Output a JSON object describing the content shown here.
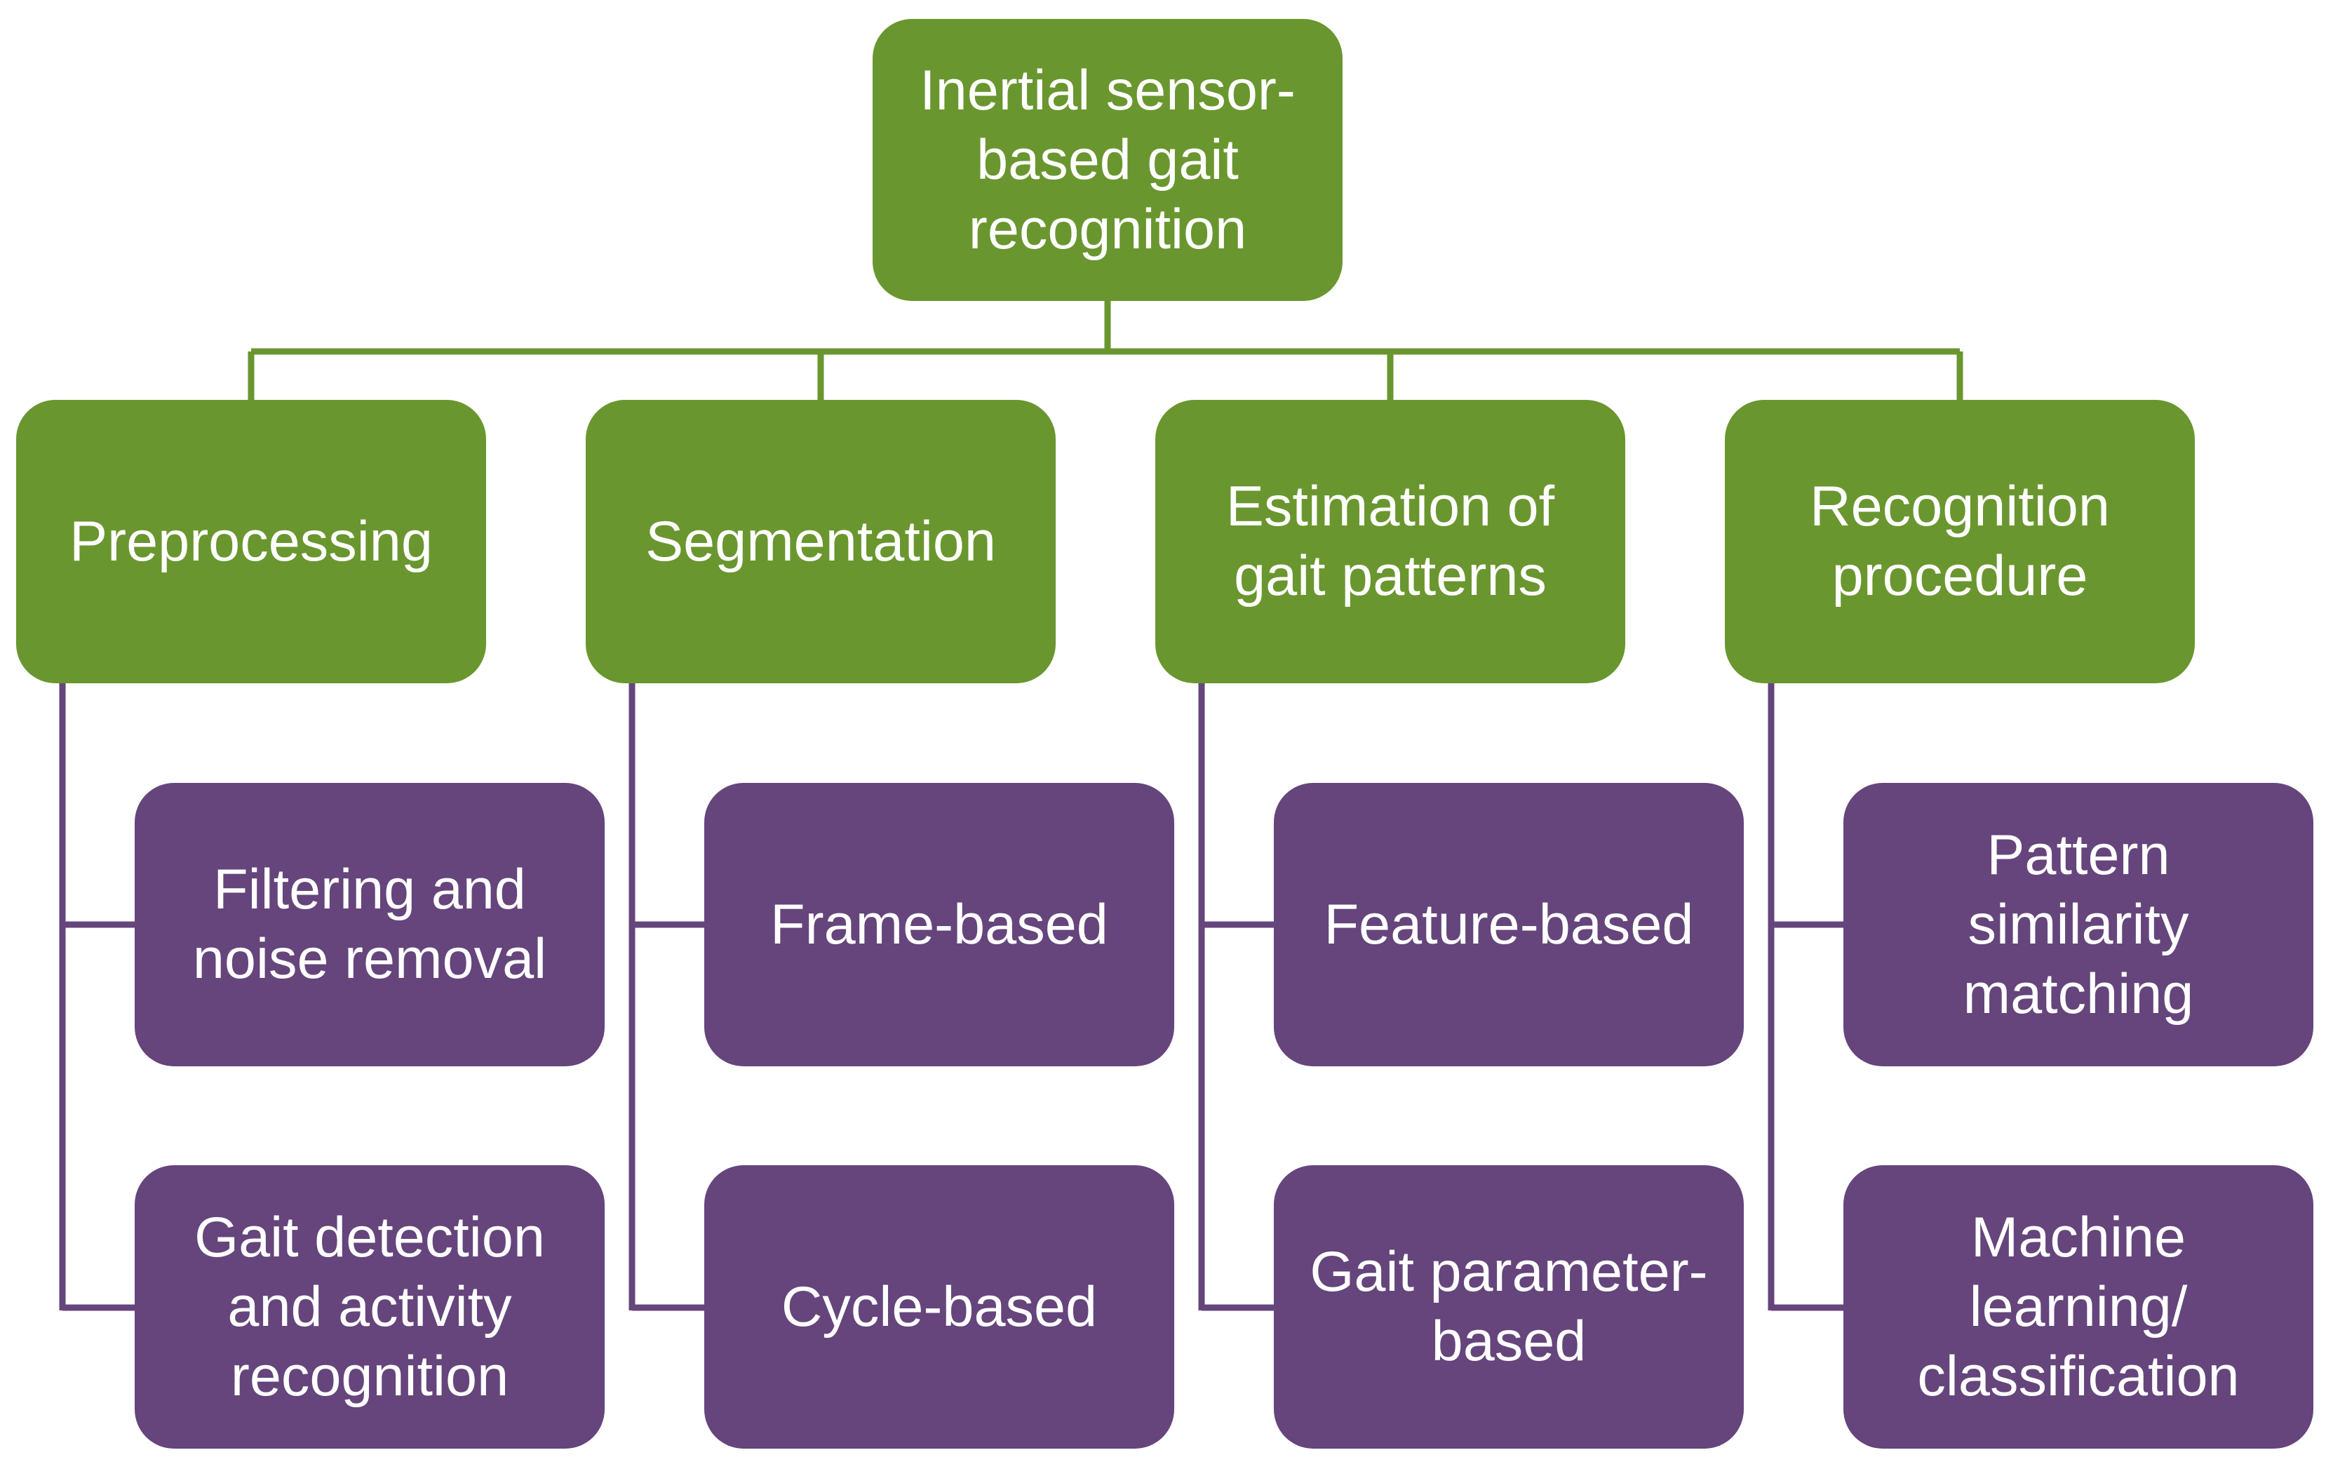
{
  "colors": {
    "green": "#6a962f",
    "purple": "#65457c",
    "text": "#ffffff"
  },
  "root": {
    "label": "Inertial sensor-\nbased gait\nrecognition"
  },
  "categories": [
    {
      "label": "Preprocessing",
      "children": [
        "Filtering and\nnoise removal",
        "Gait detection\nand activity\nrecognition"
      ]
    },
    {
      "label": "Segmentation",
      "children": [
        "Frame-based",
        "Cycle-based"
      ]
    },
    {
      "label": "Estimation of\ngait patterns",
      "children": [
        "Feature-based",
        "Gait parameter-\nbased"
      ]
    },
    {
      "label": "Recognition\nprocedure",
      "children": [
        "Pattern\nsimilarity\nmatching",
        "Machine\nlearning/\nclassification"
      ]
    }
  ]
}
